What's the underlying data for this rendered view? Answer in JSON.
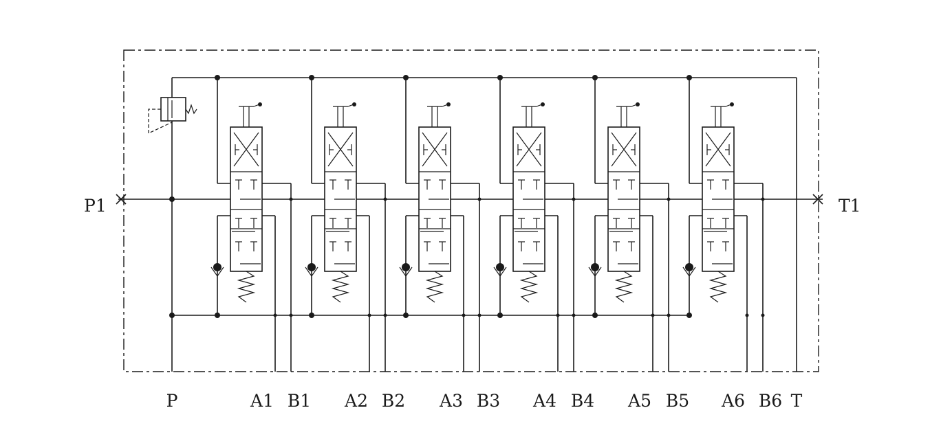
{
  "ports": {
    "p1": "P1",
    "t1": "T1",
    "bottom": [
      "P",
      "A1",
      "B1",
      "A2",
      "B2",
      "A3",
      "B3",
      "A4",
      "B4",
      "A5",
      "B5",
      "A6",
      "B6",
      "T"
    ]
  },
  "sections": [
    {
      "a": "A1",
      "b": "B1"
    },
    {
      "a": "A2",
      "b": "B2"
    },
    {
      "a": "A3",
      "b": "B3"
    },
    {
      "a": "A4",
      "b": "B4"
    },
    {
      "a": "A5",
      "b": "B5"
    },
    {
      "a": "A6",
      "b": "B6"
    }
  ],
  "symbols": {
    "relief_valve": "pressure-relief-valve-icon",
    "spool_valve": "directional-spool-valve-icon",
    "check_valve": "check-valve-icon",
    "spring": "spring-icon",
    "lever": "lever-icon",
    "plug": "port-plug-icon"
  },
  "colors": {
    "line": "#1a1a1a",
    "background": "#ffffff"
  }
}
